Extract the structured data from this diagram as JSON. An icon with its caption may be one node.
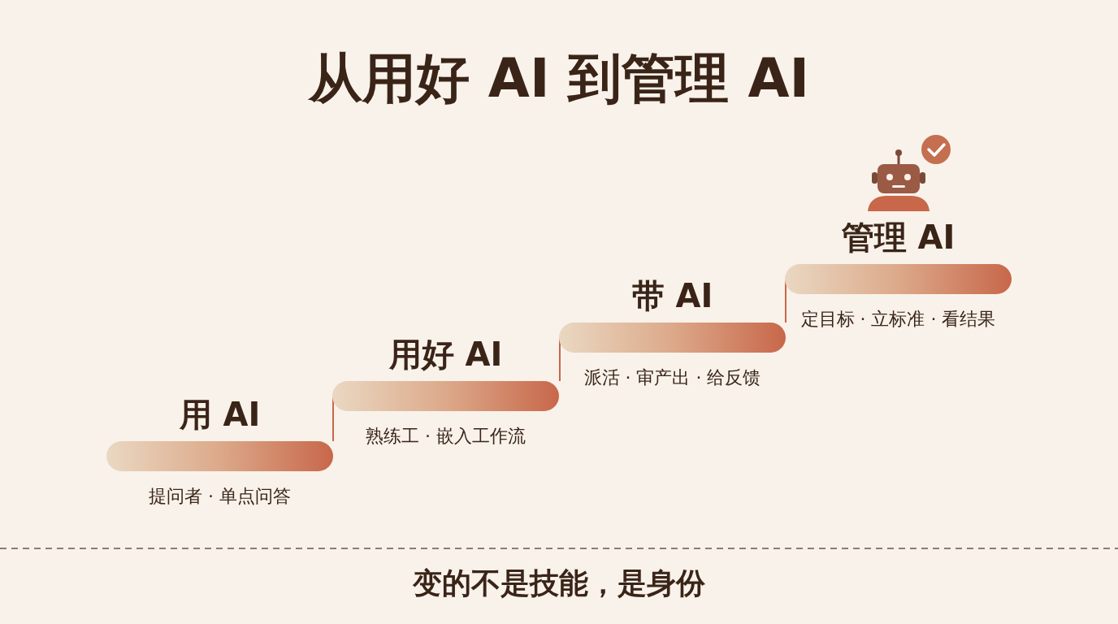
{
  "diagram": {
    "title": "从用好 AI 到管理 AI",
    "caption": "变的不是技能，是身份",
    "nodes": [
      {
        "text": [
          "用 AI",
          "提问者 · 单点问答"
        ]
      },
      {
        "text": [
          "用好 AI",
          "熟练工 · 嵌入工作流"
        ]
      },
      {
        "text": [
          "带 AI",
          "派活 · 审产出 · 给反馈"
        ]
      },
      {
        "text": [
          "管理 AI",
          "定目标 · 立标准 · 看结果"
        ]
      }
    ],
    "edges": [
      {
        "from": 0,
        "to": 1,
        "arrow": "none"
      },
      {
        "from": 1,
        "to": 2,
        "arrow": "none"
      },
      {
        "from": 2,
        "to": 3,
        "arrow": "none"
      }
    ]
  }
}
